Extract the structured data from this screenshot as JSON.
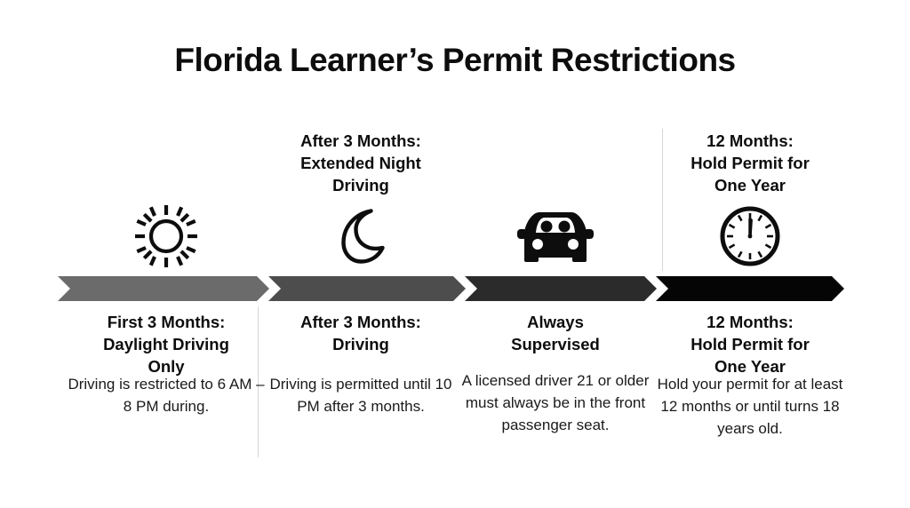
{
  "title": "Florida Learner’s Permit Restrictions",
  "colors": {
    "background": "#ffffff",
    "text": "#0d0d0d",
    "divider": "#d6d6d6",
    "chevron_1": "#6b6b6b",
    "chevron_2": "#4d4d4d",
    "chevron_3": "#2b2b2b",
    "chevron_4": "#050505"
  },
  "stages": [
    {
      "id": "stage-1",
      "top_heading": "",
      "icon": "sun-icon",
      "bottom_heading": "First 3 Months:\nDaylight Driving\nOnly",
      "body": "Driving is restricted to 6 AM – 8 PM during.",
      "chevron_color": "#6b6b6b"
    },
    {
      "id": "stage-2",
      "top_heading": "After 3 Months:\nExtended Night\nDriving",
      "icon": "moon-icon",
      "bottom_heading": "After 3 Months:\nDriving",
      "body": "Driving is permitted until 10 PM after 3 months.",
      "chevron_color": "#4d4d4d"
    },
    {
      "id": "stage-3",
      "top_heading": "",
      "icon": "car-icon",
      "bottom_heading": "Always\nSupervised",
      "body": "A licensed driver 21 or older must always be in the front passenger seat.",
      "chevron_color": "#2b2b2b"
    },
    {
      "id": "stage-4",
      "top_heading": "12 Months:\nHold Permit for\nOne Year",
      "icon": "clock-icon",
      "bottom_heading": "12 Months:\nHold Permit for\nOne Year",
      "body": "Hold your permit for at least 12 months or until turns 18 years old.",
      "chevron_color": "#050505"
    }
  ]
}
